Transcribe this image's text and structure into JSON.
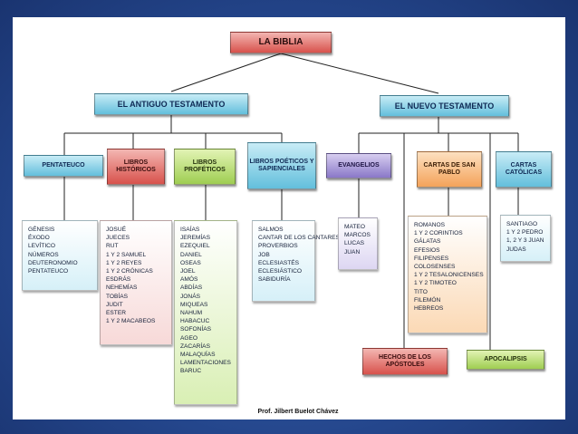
{
  "root": "LA BIBLIA",
  "antiguo": {
    "label": "EL ANTIGUO TESTAMENTO",
    "pentateuco": {
      "label": "PENTATEUCO",
      "books": [
        "GÉNESIS",
        "ÉXODO",
        "LEVÍTICO",
        "NÚMEROS",
        "DEUTERONOMIO",
        "PENTATEUCO"
      ]
    },
    "historicos": {
      "label": "LIBROS HISTÓRICOS",
      "books": [
        "JOSUÉ",
        "JUECES",
        "RUT",
        "1 Y 2 SAMUEL",
        "1 Y 2 REYES",
        "1 Y 2 CRÓNICAS",
        "ESDRÁS",
        "NEHEMÍAS",
        "TOBÍAS",
        "JUDIT",
        "ESTER",
        "1 Y 2 MACABEOS"
      ]
    },
    "profeticos": {
      "label": "LIBROS PROFÉTICOS",
      "books": [
        "ISAÍAS",
        "JEREMÍAS",
        "EZEQUIEL",
        "DANIEL",
        "OSEAS",
        "JOEL",
        "AMÓS",
        "ABDÍAS",
        "JONÁS",
        "MIQUEAS",
        "NAHUM",
        "HABACUC",
        "SOFONÍAS",
        "AGEO",
        "ZACARÍAS",
        "MALAQUÍAS",
        "LAMENTACIONES",
        "BARUC"
      ]
    },
    "poeticos": {
      "label": "LIBROS POÉTICOS Y SAPIENCIALES",
      "books": [
        "SALMOS",
        "CANTAR DE LOS CANTARES",
        "PROVERBIOS",
        "JOB",
        "ECLESIASTÉS",
        "ECLESIÁSTICO",
        "SABIDURÍA"
      ]
    }
  },
  "nuevo": {
    "label": "EL NUEVO TESTAMENTO",
    "evangelios": {
      "label": "EVANGELIOS",
      "books": [
        "MATEO",
        "MARCOS",
        "LUCAS",
        "JUAN"
      ]
    },
    "pablo": {
      "label": "CARTAS DE SAN PABLO",
      "books": [
        "ROMANOS",
        "1 Y 2 CORINTIOS",
        "GÁLATAS",
        "EFESIOS",
        "FILIPENSES",
        "COLOSENSES",
        "1 Y 2 TESALONICENSES",
        "1 Y 2 TIMOTEO",
        "TITO",
        "FILEMÓN",
        "HEBREOS"
      ]
    },
    "catolicas": {
      "label": "CARTAS CATÓLICAS",
      "books": [
        "SANTIAGO",
        "1 Y 2 PEDRO",
        "1, 2 Y 3 JUAN",
        "JUDAS"
      ]
    },
    "hechos": {
      "label": "HECHOS DE LOS APÓSTOLES"
    },
    "apocalipsis": {
      "label": "APOCALIPSIS"
    }
  },
  "credit": "Prof. Jilbert Buelot Chávez"
}
